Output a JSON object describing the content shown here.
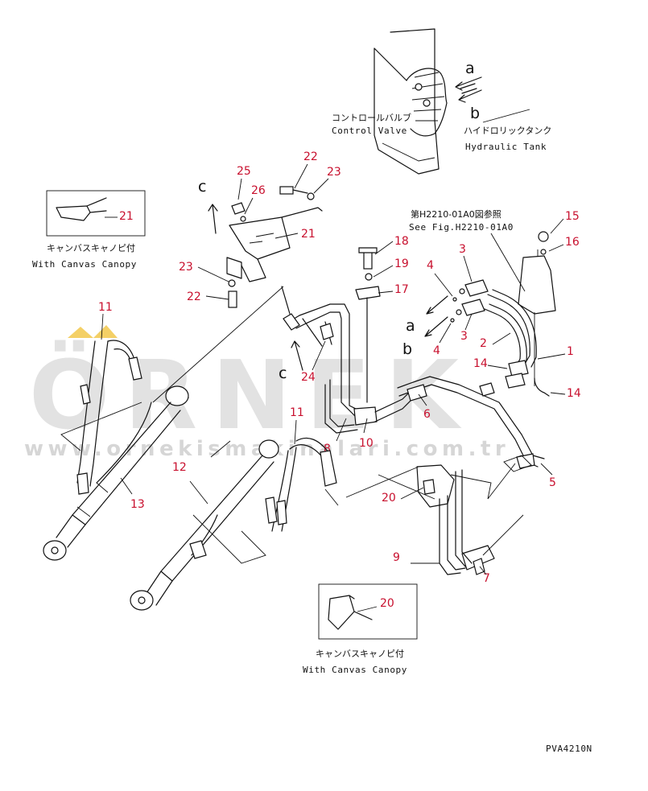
{
  "watermark": {
    "brand": "ÖRNEK",
    "url": "www.ornekismakinalari.com.tr",
    "accent_color": "#f2c84b"
  },
  "labels": {
    "control_valve_jp": "コントロールバルブ",
    "control_valve_en": "Control Valve",
    "hydraulic_tank_jp": "ハイドロリックタンク",
    "hydraulic_tank_en": "Hydraulic Tank",
    "see_fig_jp": "第H2210-01A0図参照",
    "see_fig_en": "See Fig.H2210-01A0",
    "canvas_canopy_jp": "キャンバスキャノピ付",
    "canvas_canopy_en": "With Canvas Canopy",
    "figure_code": "PVA4210N"
  },
  "arrow_letters": {
    "a": "a",
    "b": "b",
    "c": "c"
  },
  "part_numbers": {
    "p1": "1",
    "p2": "2",
    "p3": "3",
    "p4": "4",
    "p5": "5",
    "p6": "6",
    "p7": "7",
    "p8": "8",
    "p9": "9",
    "p10": "10",
    "p11": "11",
    "p12": "12",
    "p13": "13",
    "p14": "14",
    "p15": "15",
    "p16": "16",
    "p17": "17",
    "p18": "18",
    "p19": "19",
    "p20": "20",
    "p21": "21",
    "p22": "22",
    "p23": "23",
    "p24": "24",
    "p25": "25",
    "p26": "26"
  },
  "colors": {
    "callout": "#c8102e",
    "line": "#111111",
    "watermark": "#b4b4b4"
  }
}
